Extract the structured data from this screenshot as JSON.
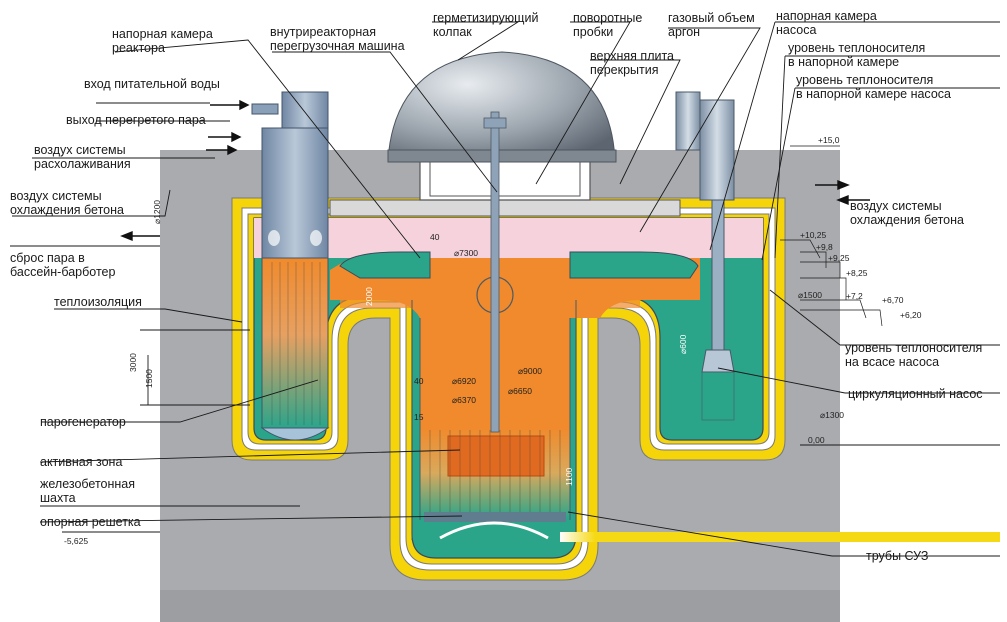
{
  "labels": {
    "reactor_chamber": [
      "напорная камера",
      "реактора"
    ],
    "refuel_machine": [
      "внутриреакторная",
      "перегрузочная машина"
    ],
    "sealing_cap": [
      "герметизирующий",
      "колпак"
    ],
    "rotating_plugs": [
      "поворотные",
      "пробки"
    ],
    "gas_volume": [
      "газовый объем",
      "аргон"
    ],
    "pump_chamber": [
      "напорная камера",
      "насоса"
    ],
    "upper_plate": [
      "верхняя плита",
      "перекрытия"
    ],
    "feedwater_in": [
      "вход питательной воды"
    ],
    "steam_out": [
      "выход перегретого пара"
    ],
    "cooldown_air": [
      "воздух системы",
      "расхолаживания"
    ],
    "concrete_air_left": [
      "воздух системы",
      "охлаждения бетона"
    ],
    "steam_dump": [
      "сброс пара в",
      "бассейн-барботер"
    ],
    "insulation": [
      "теплоизоляция"
    ],
    "steam_generator": [
      "парогенератор"
    ],
    "core": [
      "активная зона"
    ],
    "rc_shaft": [
      "железобетонная",
      "шахта"
    ],
    "support_grid": [
      "опорная решетка"
    ],
    "coolant_level_chamber": [
      "уровень теплоносителя",
      "в напорной камере"
    ],
    "coolant_level_pump_chamber": [
      "уровень теплоносителя",
      "в напорной камере насоса"
    ],
    "concrete_air_right": [
      "воздух системы",
      "охлаждения бетона"
    ],
    "coolant_level_suction": [
      "уровень теплоносителя",
      "на всасе насоса"
    ],
    "circ_pump": [
      "циркуляционный насос"
    ],
    "cps_tubes": [
      "трубы СУЗ"
    ]
  },
  "dimensions": {
    "elev_15": "+15,0",
    "elev_10_25": "+10,25",
    "elev_9_8": "+9,8",
    "elev_9_25": "+9,25",
    "elev_8_25": "+8,25",
    "elev_7_2": "+7,2",
    "elev_6_70": "+6,70",
    "elev_6_20": "+6,20",
    "elev_0": "0,00",
    "elev_m5_625": "-5,625",
    "d7300": "⌀7300",
    "d9000": "⌀9000",
    "d6920": "⌀6920",
    "d6650": "⌀6650",
    "d6370": "⌀6370",
    "d1500": "⌀1500",
    "d1300": "⌀1300",
    "v1200": "⌀1200",
    "v3000": "3000",
    "v1500": "1500",
    "v2000": "2000",
    "v600": "⌀600",
    "v1100": "1100",
    "g40a": "40",
    "g40b": "40",
    "g15": "15"
  },
  "colors": {
    "concrete": "#a9abae",
    "insulation": "#f5d40a",
    "sodium_cold": "#2aa58a",
    "sodium_hot": "#f08a2c",
    "gas": "#f6d3dc",
    "steel": "#8ea3b8"
  }
}
